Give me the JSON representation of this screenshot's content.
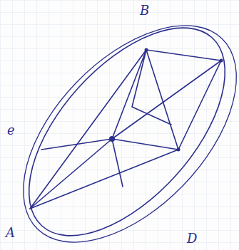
{
  "diagram": {
    "labels": [
      "B",
      "e",
      "A",
      "D"
    ]
  }
}
